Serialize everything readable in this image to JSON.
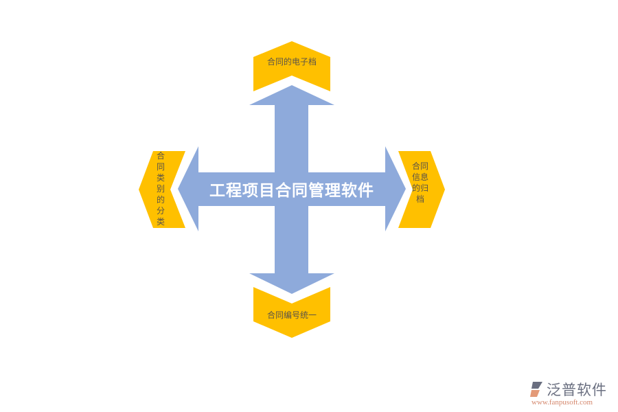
{
  "title": "工程项目合同管理软件",
  "nodes": {
    "top": "合同的电子档",
    "bottom": "合同编号统一",
    "left": "合同类别的分类",
    "right": "合同信息的归档"
  },
  "logo": {
    "name": "泛普软件",
    "url": "www.fanpusoft.com"
  },
  "colors": {
    "arrow": "#8eaadb",
    "chevron": "#ffc000",
    "text": "#5b5448"
  }
}
